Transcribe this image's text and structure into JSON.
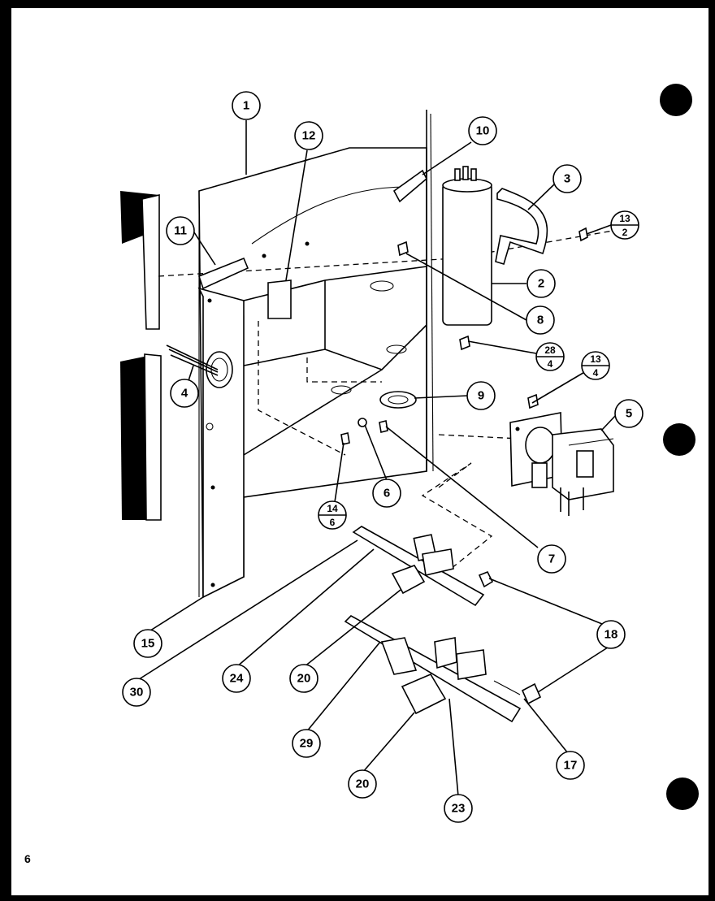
{
  "diagram": {
    "callouts": [
      "1",
      "2",
      "3",
      "4",
      "5",
      "6",
      "7",
      "8",
      "9",
      "10",
      "11",
      "12",
      "15",
      "17",
      "18",
      "20",
      "20",
      "23",
      "24",
      "29",
      "30"
    ],
    "fraction_callouts": [
      {
        "top": "13",
        "bottom": "2"
      },
      {
        "top": "28",
        "bottom": "4"
      },
      {
        "top": "13",
        "bottom": "4"
      },
      {
        "top": "14",
        "bottom": "6"
      }
    ],
    "page_number": "6"
  }
}
